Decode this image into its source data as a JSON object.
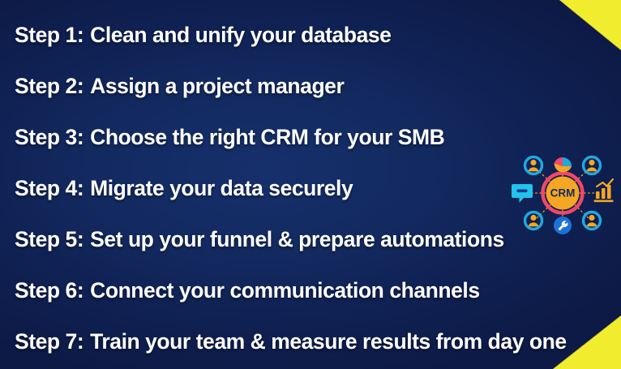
{
  "slide": {
    "background_color": "#0f2052",
    "accent_color": "#f2ec2e",
    "text_color": "#ffffff",
    "steps": [
      {
        "label": "Step 1:",
        "text": "Clean and unify your database"
      },
      {
        "label": "Step 2:",
        "text": "Assign a project manager"
      },
      {
        "label": "Step 3:",
        "text": "Choose the right CRM for your SMB"
      },
      {
        "label": "Step 4:",
        "text": "Migrate your data securely"
      },
      {
        "label": "Step 5:",
        "text": "Set up your funnel & prepare automations"
      },
      {
        "label": "Step 6:",
        "text": "Connect your communication channels"
      },
      {
        "label": "Step 7:",
        "text": "Train your team & measure results from day one"
      }
    ]
  },
  "illustration": {
    "hub_label": "CRM",
    "hub_fill": "#f5a623",
    "hub_ring": "#f0486b",
    "hub_text_color": "#122a5e",
    "avatar_ring": "#1fa8e0",
    "avatar_figure": "#f5a623",
    "chart_bar_color": "#f5a623",
    "bubble_color": "#22c3ee",
    "wrench_circle": "#1a72d8",
    "pie_colors": [
      "#f0486b",
      "#1fa8e0",
      "#f5a623"
    ],
    "connector_color": "#f5a623",
    "nodes": [
      "avatar-top-left",
      "pie-chart",
      "avatar-top-right",
      "speech-bubble",
      "bar-chart",
      "avatar-bottom-left",
      "wrench",
      "avatar-bottom-right"
    ]
  }
}
